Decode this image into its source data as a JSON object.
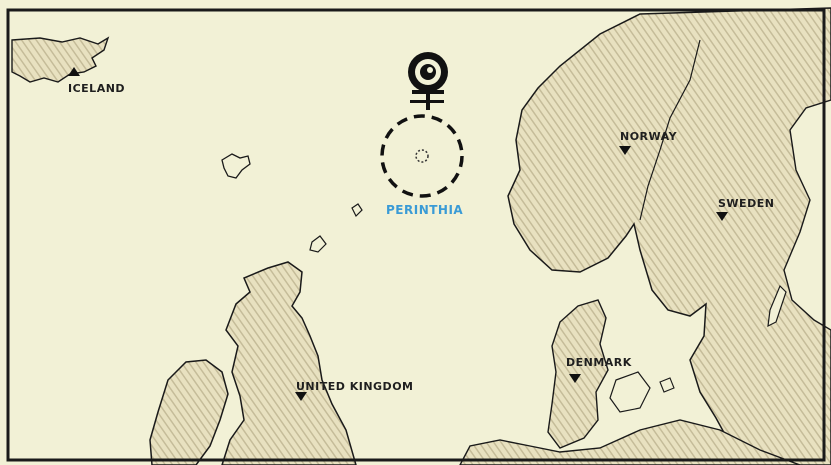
{
  "map": {
    "places": [
      {
        "id": "iceland",
        "label": "ICELAND"
      },
      {
        "id": "norway",
        "label": "NORWAY"
      },
      {
        "id": "sweden",
        "label": "SWEDEN"
      },
      {
        "id": "denmark",
        "label": "DENMARK"
      },
      {
        "id": "united-kingdom",
        "label": "UNITED KINGDOM"
      }
    ],
    "highlight": {
      "label": "PERINTHIA",
      "color": "#3a9bd6"
    },
    "colors": {
      "paper": "#f2f1d6",
      "land": "#e6dfbd",
      "shade": "#a89e78",
      "ink": "#1a1a1a"
    }
  }
}
